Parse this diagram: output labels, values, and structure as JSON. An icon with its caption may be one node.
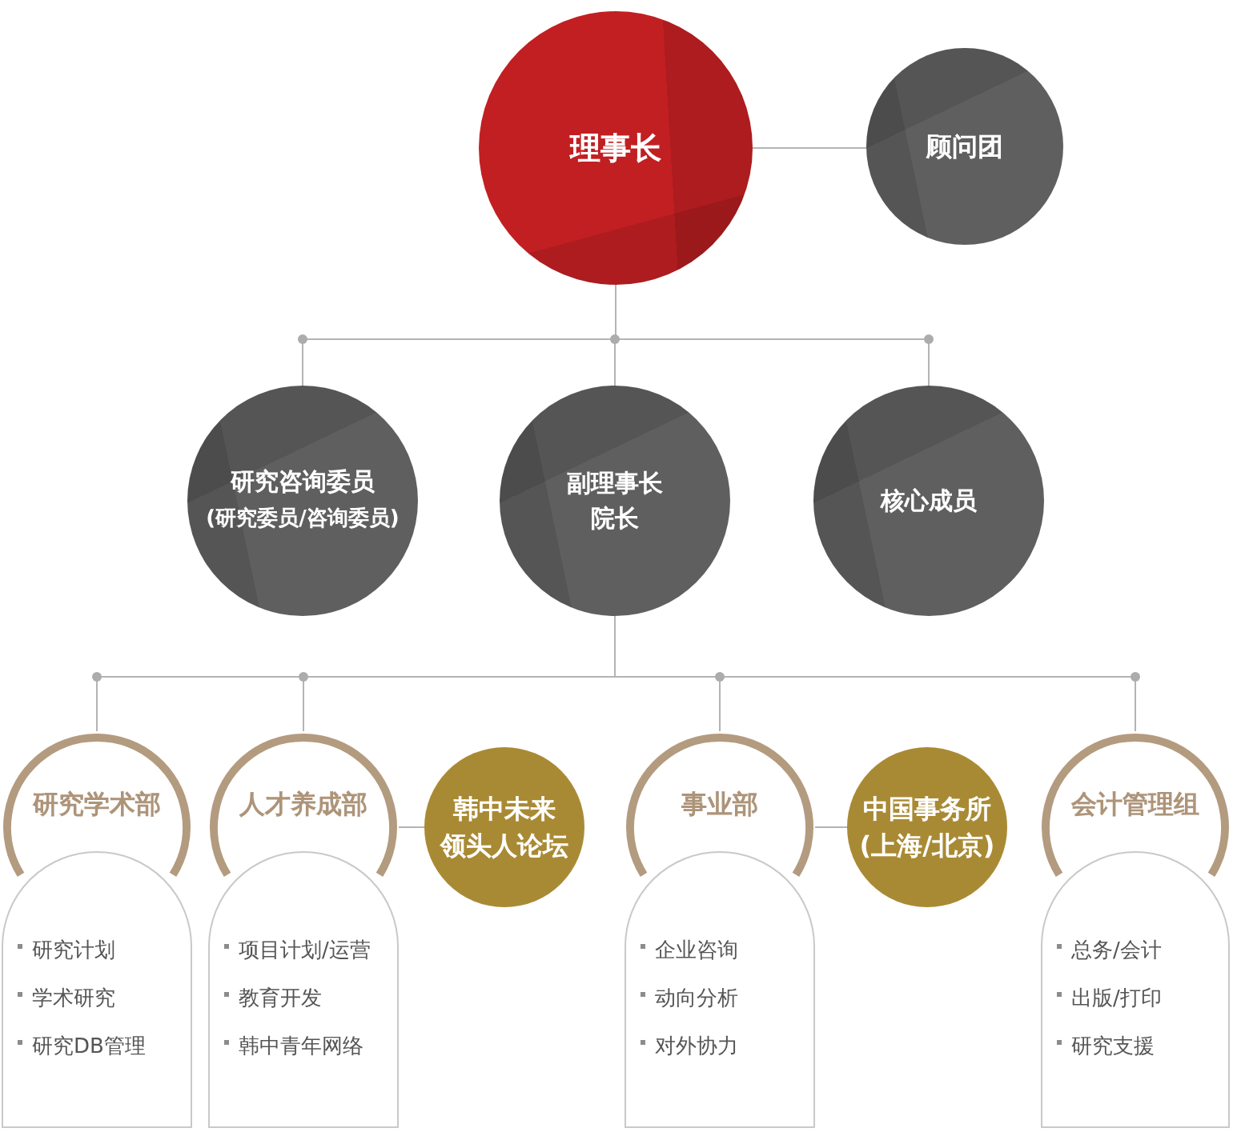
{
  "diagram": {
    "nodes": [
      {
        "text": [
          "理事长"
        ]
      },
      {
        "text": [
          "顾问团"
        ]
      },
      {
        "text": [
          "研究咨询委员",
          "(研究委员/咨询委员)"
        ]
      },
      {
        "text": [
          "副理事长",
          "院长"
        ]
      },
      {
        "text": [
          "核心成员"
        ]
      },
      {
        "text": [
          "研究学术部",
          "研究计划",
          "学术研究",
          "研究DB管理"
        ]
      },
      {
        "text": [
          "人才养成部",
          "项目计划/运营",
          "教育开发",
          "韩中青年网络"
        ]
      },
      {
        "text": [
          "韩中未来",
          "领头人论坛"
        ]
      },
      {
        "text": [
          "事业部",
          "企业咨询",
          "动向分析",
          "对外协力"
        ]
      },
      {
        "text": [
          "中国事务所",
          "(上海/北京)"
        ]
      },
      {
        "text": [
          "会计管理组",
          "总务/会计",
          "出版/打印",
          "研究支援"
        ]
      }
    ],
    "edges": [
      {
        "from": 0,
        "to": 1,
        "arrow": "none"
      },
      {
        "from": 0,
        "to": 2,
        "arrow": "none"
      },
      {
        "from": 0,
        "to": 3,
        "arrow": "none"
      },
      {
        "from": 0,
        "to": 4,
        "arrow": "none"
      },
      {
        "from": 3,
        "to": 5,
        "arrow": "none"
      },
      {
        "from": 3,
        "to": 6,
        "arrow": "none"
      },
      {
        "from": 3,
        "to": 8,
        "arrow": "none"
      },
      {
        "from": 3,
        "to": 10,
        "arrow": "none"
      },
      {
        "from": 6,
        "to": 7,
        "arrow": "none"
      },
      {
        "from": 8,
        "to": 9,
        "arrow": "none"
      }
    ]
  }
}
